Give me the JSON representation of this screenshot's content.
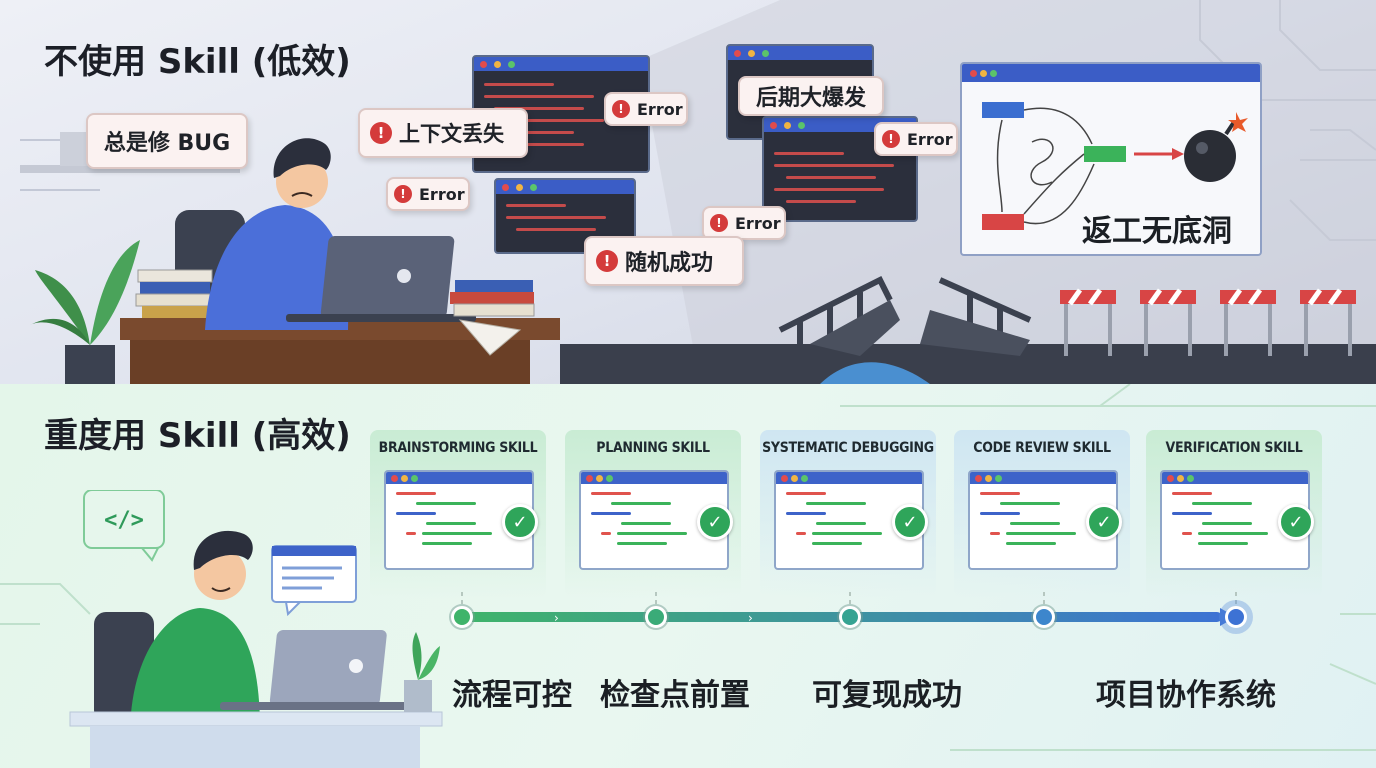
{
  "top": {
    "heading": "不使用 Skill (低效)",
    "bubbles": {
      "always_fix_bug": "总是修 BUG",
      "context_lost": "上下文丢失",
      "random_success": "随机成功",
      "late_explosion": "后期大爆发",
      "rework_pit": "返工无底洞"
    },
    "error_label": "Error",
    "error_mark": "!"
  },
  "bottom": {
    "heading": "重度用 Skill (高效)",
    "code_tag": "</>",
    "skills": [
      {
        "label": "BRAINSTORMING SKILL"
      },
      {
        "label": "PLANNING SKILL"
      },
      {
        "label": "SYSTEMATIC DEBUGGING"
      },
      {
        "label": "CODE REVIEW SKILL"
      },
      {
        "label": "VERIFICATION SKILL"
      }
    ],
    "benefits": {
      "controllable": "流程可控",
      "checkpoints": "检查点前置",
      "reproducible": "可复现成功",
      "collaboration": "项目协作系统"
    },
    "check_mark": "✓"
  },
  "colors": {
    "error_red": "#d43b3b",
    "success_green": "#2fa55a",
    "window_blue": "#3b5dc6",
    "skill_col_green": "#c9ecd4",
    "skill_col_blue": "#cfe6f2"
  }
}
